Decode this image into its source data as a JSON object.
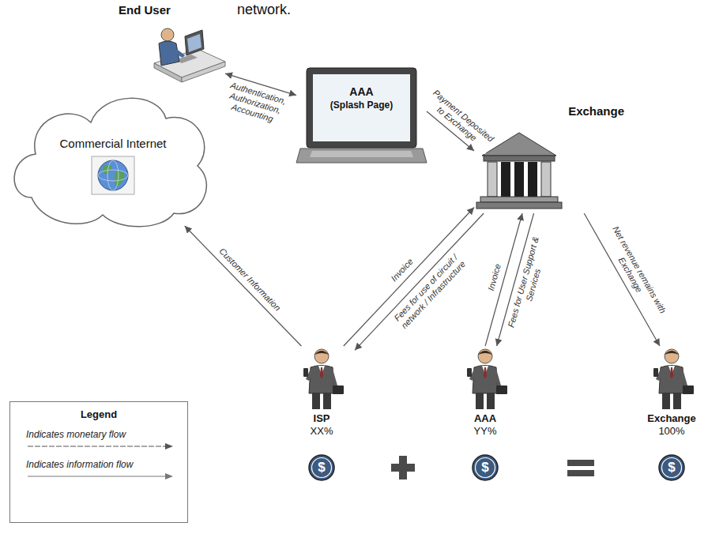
{
  "diagram": {
    "nodes": [
      {
        "text": [
          "End User"
        ]
      },
      {
        "text": [
          "AAA",
          "(Splash Page)"
        ]
      },
      {
        "text": [
          "Exchange"
        ]
      },
      {
        "text": [
          "Commercial Internet"
        ]
      },
      {
        "text": [
          "ISP",
          "XX%"
        ]
      },
      {
        "text": [
          "AAA",
          "YY%"
        ]
      },
      {
        "text": [
          "Exchange",
          "100%"
        ]
      }
    ],
    "edges": [
      {
        "from": 0,
        "to": 1,
        "arrow": "both",
        "label": "Authentication, Authorization, Accounting"
      },
      {
        "from": 1,
        "to": 2,
        "arrow": "to",
        "label": "Payment Deposited to Exchange"
      },
      {
        "from": 4,
        "to": 3,
        "arrow": "to",
        "label": "Customer Information"
      },
      {
        "from": 4,
        "to": 2,
        "arrow": "to",
        "label": "Invoice"
      },
      {
        "from": 2,
        "to": 4,
        "arrow": "to",
        "label": "Fees for use of circuit / network / Infrastructure"
      },
      {
        "from": 5,
        "to": 2,
        "arrow": "to",
        "label": "Invoice"
      },
      {
        "from": 2,
        "to": 5,
        "arrow": "to",
        "label": "Fees for User Support & Services"
      },
      {
        "from": 2,
        "to": 6,
        "arrow": "to",
        "label": "Net revenue remains with Exchange"
      }
    ],
    "labels": [
      "network.",
      "Legend",
      "$",
      "$",
      "$"
    ],
    "legend": [
      {
        "text": "Indicates monetary flow"
      },
      {
        "text": "Indicates information flow"
      }
    ]
  }
}
